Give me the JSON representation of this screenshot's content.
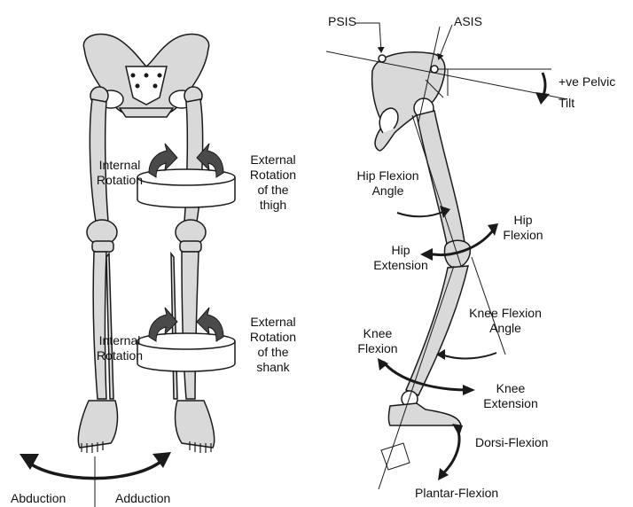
{
  "colors": {
    "bone_fill": "#d9d9d9",
    "outline": "#1a1a1a",
    "arrow_fill": "#4a4a4a",
    "background": "#ffffff"
  },
  "left_figure": {
    "internal_rotation_thigh": "Internal\nRotation",
    "external_rotation_thigh": "External\nRotation\nof the\nthigh",
    "internal_rotation_shank": "Internal\nRotation",
    "external_rotation_shank": "External\nRotation\nof the\nshank",
    "abduction": "Abduction",
    "adduction": "Adduction"
  },
  "right_figure": {
    "psis": "PSIS",
    "asis": "ASIS",
    "pelvic_tilt": "+ve Pelvic\nTilt",
    "hip_flexion_angle": "Hip Flexion\nAngle",
    "hip_flexion": "Hip\nFlexion",
    "hip_extension": "Hip\nExtension",
    "knee_flexion_angle": "Knee Flexion\nAngle",
    "knee_flexion": "Knee\nFlexion",
    "knee_extension": "Knee\nExtension",
    "dorsi_flexion": "Dorsi-Flexion",
    "plantar_flexion": "Plantar-Flexion"
  }
}
